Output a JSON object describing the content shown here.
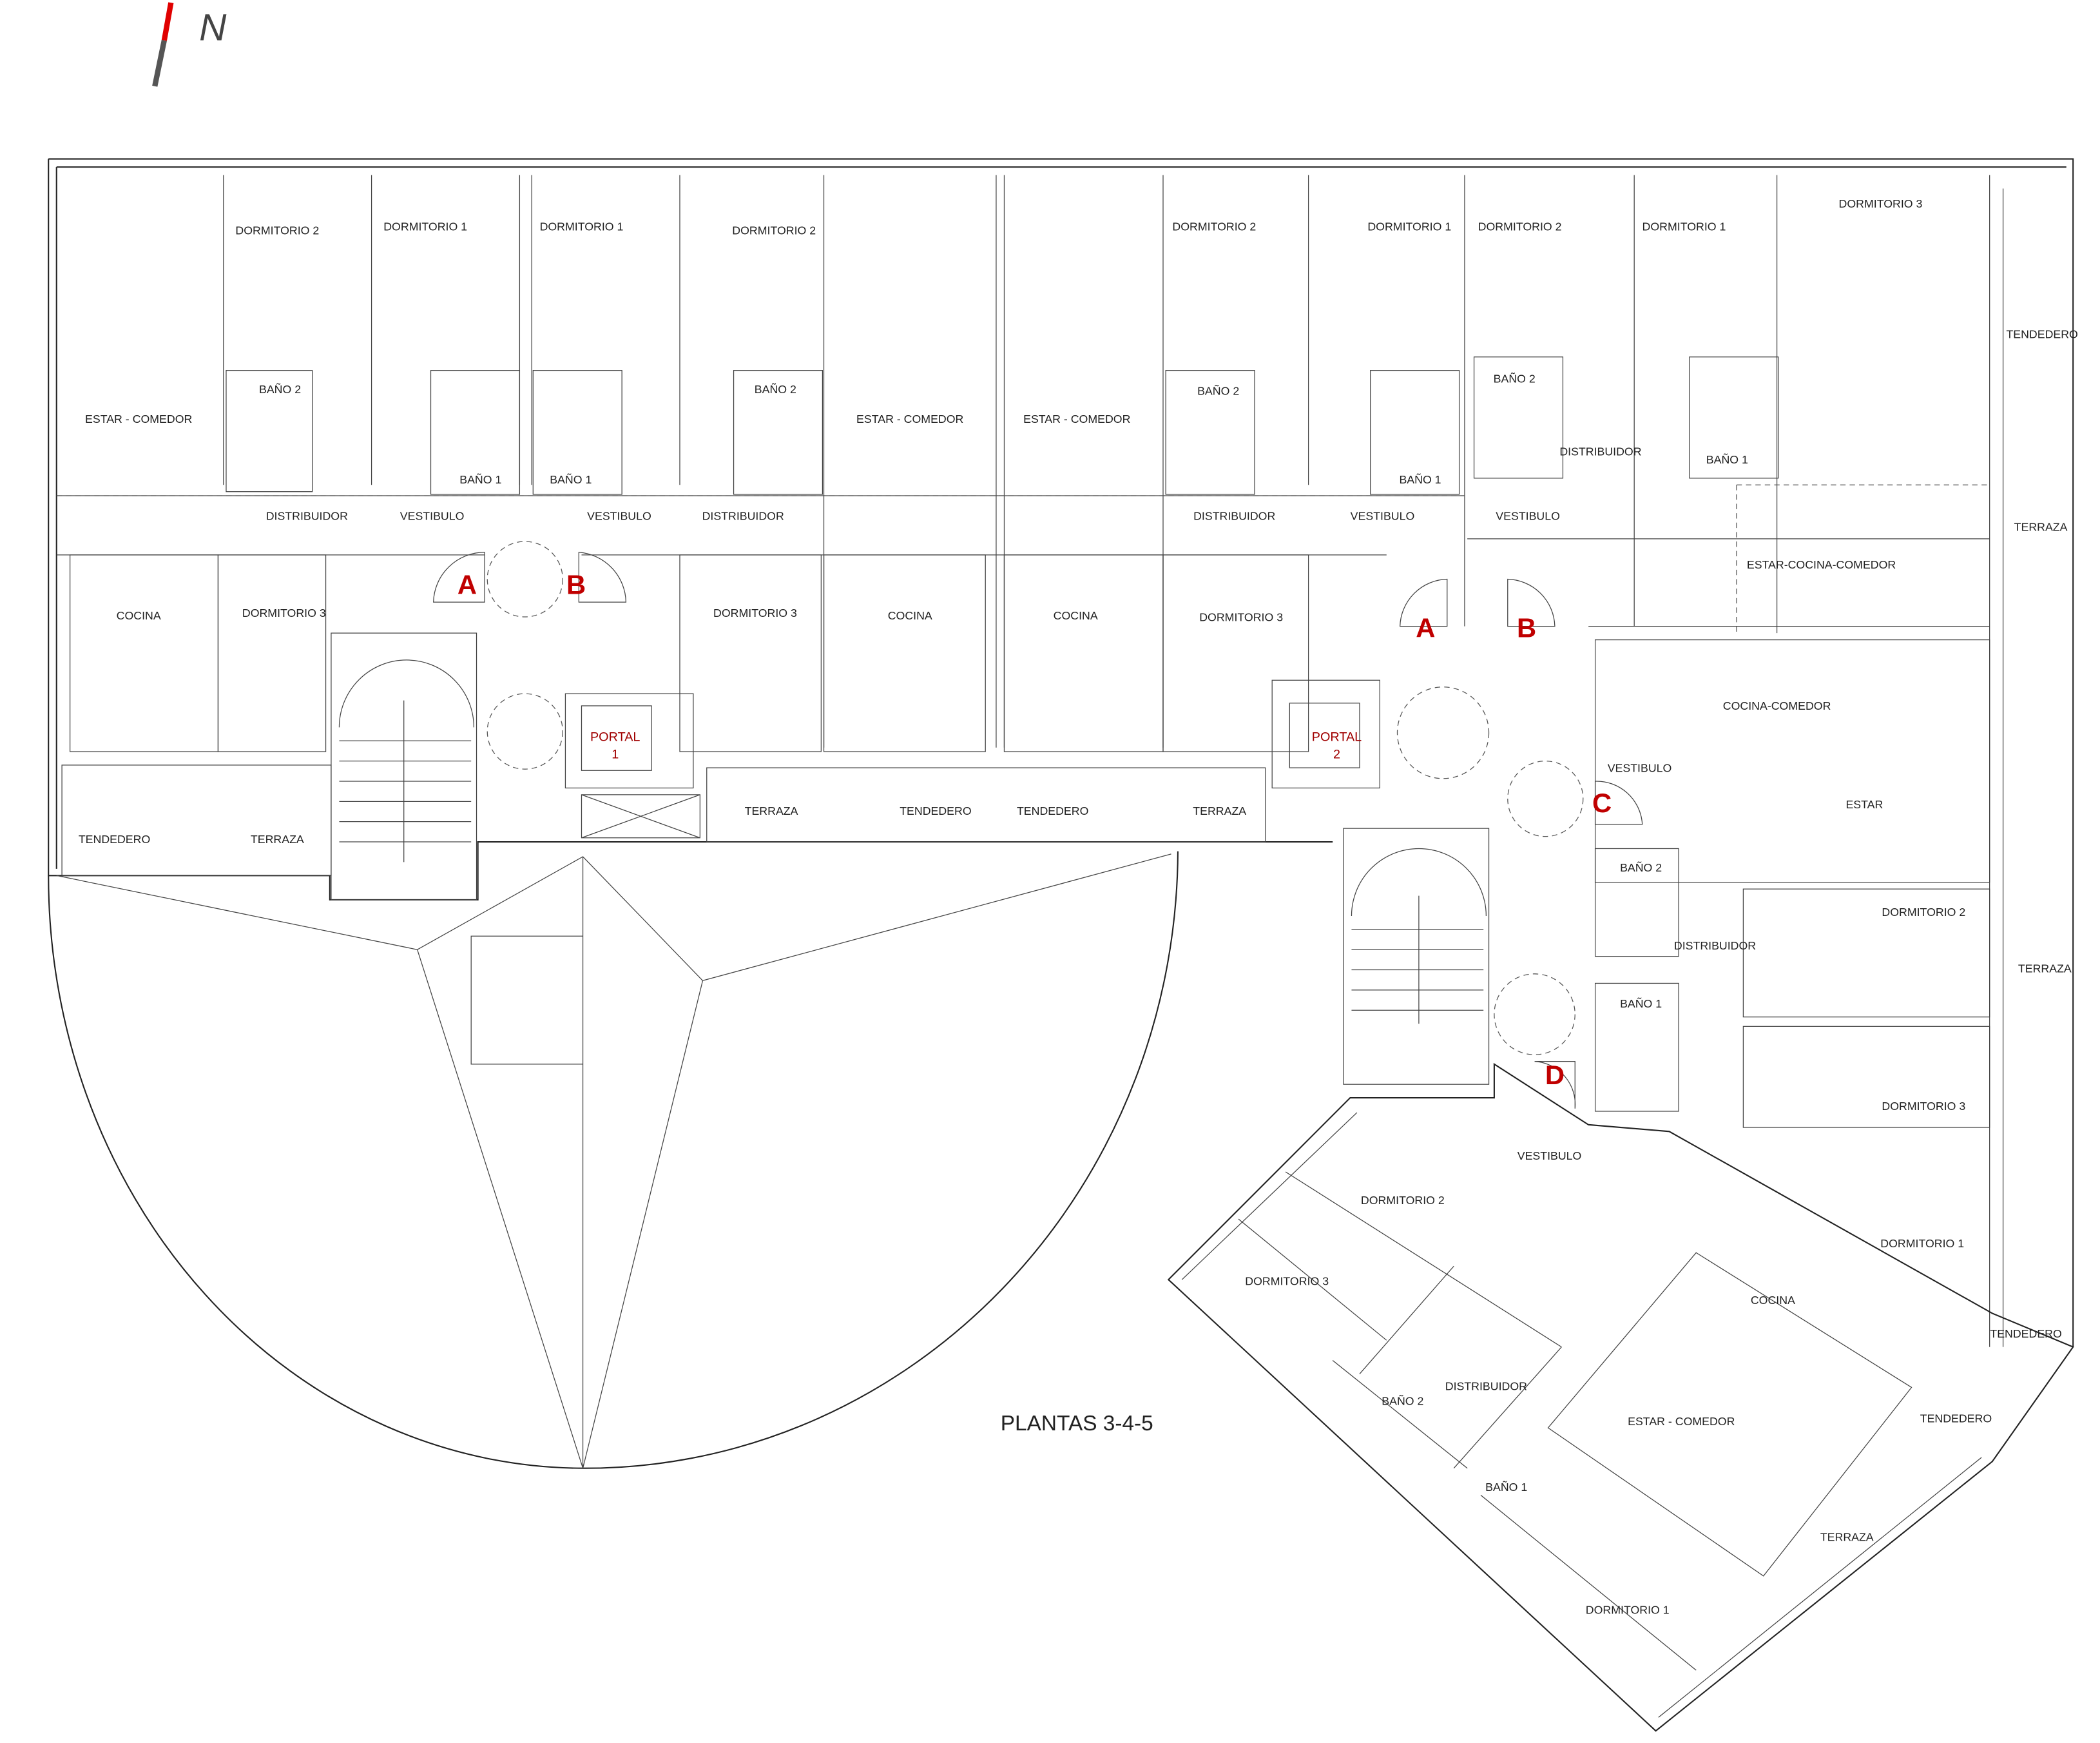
{
  "title": "PLANTAS 3-4-5",
  "north": "N",
  "colors": {
    "access": "#c00000",
    "walls": "#222222",
    "north_red": "#e00000"
  },
  "rooms": [
    "DORMITORIO 2",
    "DORMITORIO 1",
    "DORMITORIO 1",
    "DORMITORIO 2",
    "DORMITORIO 2",
    "DORMITORIO 1",
    "DORMITORIO 2",
    "DORMITORIO 1",
    "DORMITORIO 3",
    "BAÑO 2",
    "BAÑO 2",
    "BAÑO 2",
    "BAÑO 2",
    "BAÑO 1",
    "BAÑO 1",
    "BAÑO 1",
    "BAÑO 1",
    "ESTAR - COMEDOR",
    "ESTAR - COMEDOR",
    "ESTAR - COMEDOR",
    "DISTRIBUIDOR",
    "DISTRIBUIDOR",
    "DISTRIBUIDOR",
    "DISTRIBUIDOR",
    "VESTIBULO",
    "VESTIBULO",
    "VESTIBULO",
    "VESTIBULO",
    "COCINA",
    "COCINA",
    "COCINA",
    "DORMITORIO 3",
    "DORMITORIO 3",
    "DORMITORIO 3",
    "TERRAZA",
    "TERRAZA",
    "TERRAZA",
    "TERRAZA",
    "TERRAZA",
    "TERRAZA",
    "TENDEDERO",
    "TENDEDERO",
    "TENDEDERO",
    "TENDEDERO",
    "TENDEDERO",
    "TENDEDERO",
    "ESTAR-COCINA-COMEDOR",
    "COCINA-COMEDOR",
    "VESTIBULO",
    "ESTAR",
    "BAÑO 2",
    "DISTRIBUIDOR",
    "DORMITORIO 2",
    "BAÑO 1",
    "DORMITORIO 3",
    "DORMITORIO 1",
    "VESTIBULO",
    "DORMITORIO 2",
    "DORMITORIO 3",
    "COCINA",
    "DISTRIBUIDOR",
    "BAÑO 2",
    "ESTAR - COMEDOR",
    "BAÑO 1",
    "DORMITORIO 1"
  ],
  "portals": [
    {
      "label": "PORTAL",
      "number": "1"
    },
    {
      "label": "PORTAL",
      "number": "2"
    }
  ],
  "access_letters": [
    "A",
    "B",
    "A",
    "B",
    "C",
    "D"
  ]
}
